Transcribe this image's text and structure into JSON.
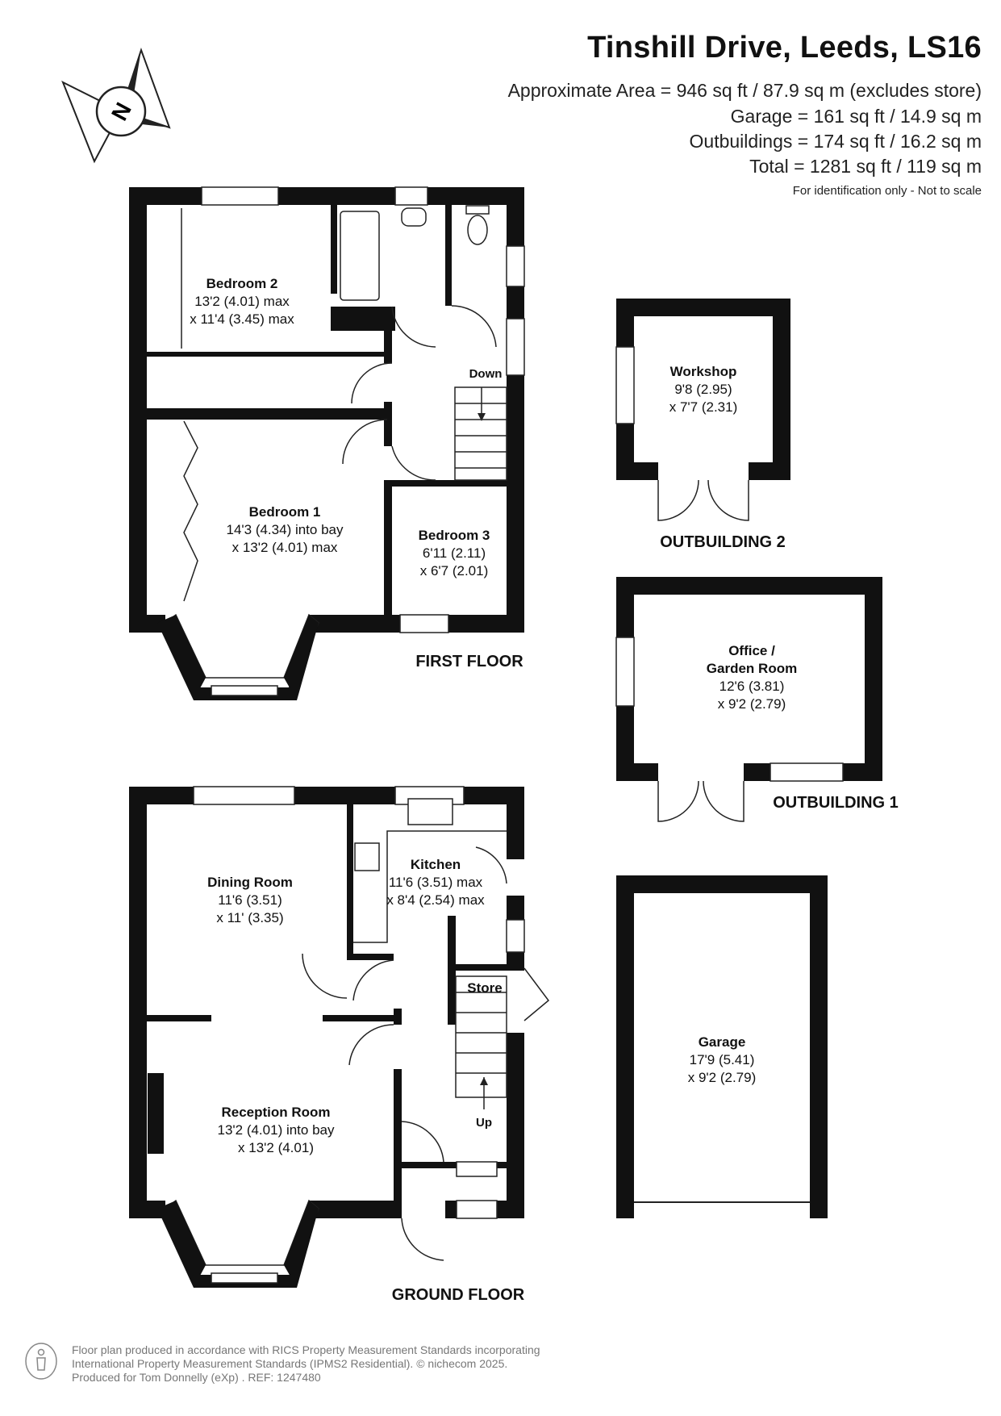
{
  "header": {
    "title": "Tinshill Drive, Leeds, LS16",
    "area_lines": [
      "Approximate Area = 946 sq ft / 87.9 sq m (excludes store)",
      "Garage = 161 sq ft / 14.9 sq m",
      "Outbuildings = 174 sq ft / 16.2 sq m",
      "Total = 1281 sq ft / 119 sq m"
    ],
    "disclaimer": "For identification only - Not to scale"
  },
  "compass": {
    "letter": "N"
  },
  "first_floor": {
    "label": "FIRST FLOOR",
    "stairs_label": "Down",
    "rooms": [
      {
        "name": "Bedroom 2",
        "dim1": "13'2 (4.01) max",
        "dim2": "x 11'4 (3.45) max"
      },
      {
        "name": "Bedroom 1",
        "dim1": "14'3 (4.34) into bay",
        "dim2": "x 13'2 (4.01) max"
      },
      {
        "name": "Bedroom 3",
        "dim1": "6'11 (2.11)",
        "dim2": "x 6'7 (2.01)"
      }
    ]
  },
  "ground_floor": {
    "label": "GROUND FLOOR",
    "stairs_label": "Up",
    "store_label": "Store",
    "rooms": [
      {
        "name": "Dining Room",
        "dim1": "11'6 (3.51)",
        "dim2": "x 11' (3.35)"
      },
      {
        "name": "Kitchen",
        "dim1": "11'6 (3.51) max",
        "dim2": "x 8'4 (2.54) max"
      },
      {
        "name": "Reception Room",
        "dim1": "13'2 (4.01) into bay",
        "dim2": "x 13'2 (4.01)"
      }
    ]
  },
  "outbuilding_2": {
    "label": "OUTBUILDING 2",
    "name": "Workshop",
    "dim1": "9'8 (2.95)",
    "dim2": "x 7'7 (2.31)"
  },
  "outbuilding_1": {
    "label": "OUTBUILDING 1",
    "name1": "Office /",
    "name2": "Garden Room",
    "dim1": "12'6 (3.81)",
    "dim2": "x 9'2 (2.79)"
  },
  "garage": {
    "name": "Garage",
    "dim1": "17'9 (5.41)",
    "dim2": "x 9'2 (2.79)"
  },
  "footer": {
    "lines": [
      "Floor plan produced in accordance with RICS Property Measurement Standards incorporating",
      "International Property Measurement Standards (IPMS2 Residential).   © nichecom 2025.",
      "Produced for Tom Donnelly (eXp) .    REF:  1247480"
    ]
  },
  "colors": {
    "wall": "#111111",
    "text": "#111111",
    "footer": "#777777"
  }
}
